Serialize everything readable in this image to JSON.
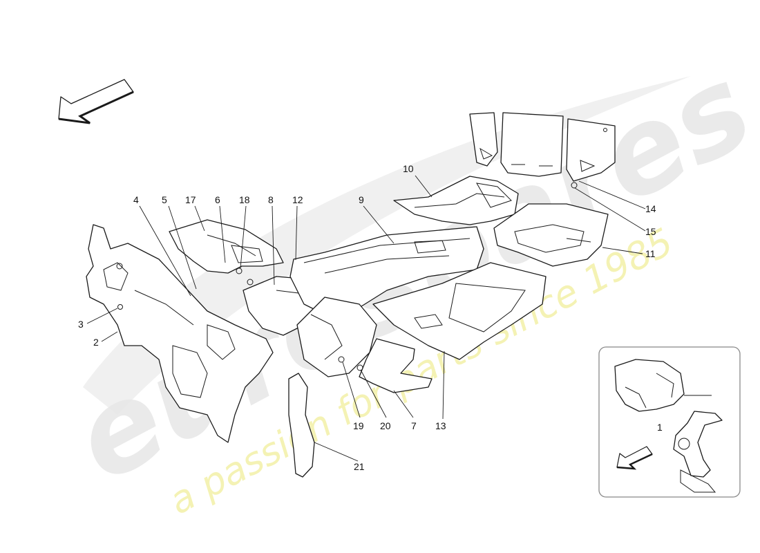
{
  "watermark": {
    "brand": "eurospares",
    "slogan": "a passion for parts since 1985",
    "brand_color": "#e6e6e6",
    "slogan_color": "#f3f1a6"
  },
  "callouts": [
    {
      "id": "1",
      "label": "1"
    },
    {
      "id": "2",
      "label": "2"
    },
    {
      "id": "3",
      "label": "3"
    },
    {
      "id": "4",
      "label": "4"
    },
    {
      "id": "5",
      "label": "5"
    },
    {
      "id": "6",
      "label": "6"
    },
    {
      "id": "7",
      "label": "7"
    },
    {
      "id": "8",
      "label": "8"
    },
    {
      "id": "9",
      "label": "9"
    },
    {
      "id": "10",
      "label": "10"
    },
    {
      "id": "11",
      "label": "11"
    },
    {
      "id": "12",
      "label": "12"
    },
    {
      "id": "13",
      "label": "13"
    },
    {
      "id": "14",
      "label": "14"
    },
    {
      "id": "15",
      "label": "15"
    },
    {
      "id": "17",
      "label": "17"
    },
    {
      "id": "18",
      "label": "18"
    },
    {
      "id": "19",
      "label": "19"
    },
    {
      "id": "20",
      "label": "20"
    },
    {
      "id": "21",
      "label": "21"
    }
  ],
  "icons": [
    "direction-arrow-icon",
    "inset-direction-arrow-icon"
  ],
  "colors": {
    "line": "#1a1a1a",
    "background": "#ffffff",
    "inset_border": "#888888"
  }
}
